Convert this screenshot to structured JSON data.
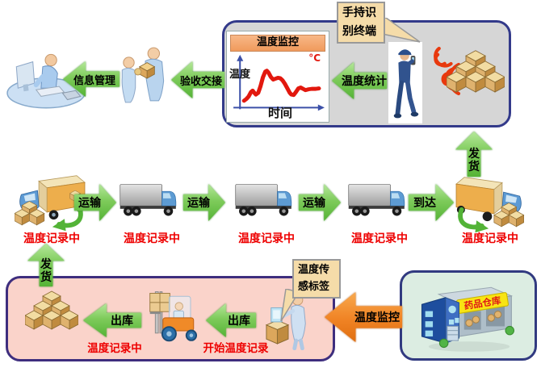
{
  "colors": {
    "green_arrow": "#55B336",
    "orange_arrow": "#F08324",
    "red_text": "#EE0000",
    "panel_gray": "#D6D6D6",
    "panel_pink": "#FAD3CA",
    "panel_mint": "#DCEDE2",
    "panel_border": "#333A8A",
    "callout_bg": "#F5DCA9",
    "chart_header": "#F09A5C",
    "curve_red": "#E2180E",
    "axis_blue": "#3C50A8",
    "banner_yellow": "#F8E414"
  },
  "top_left": {
    "info_label": "信息管理",
    "handover_label": "验收交接"
  },
  "monitor_panel": {
    "stats_label": "温度统计",
    "callout_lines": [
      "手持识",
      "别终端"
    ],
    "chart": {
      "type": "line",
      "title": "温度监控",
      "ylabel": "温度",
      "xlabel": "时间",
      "unit": "°C",
      "curve_points": [
        [
          18.9,
          61.3
        ],
        [
          21.8,
          59.0
        ],
        [
          24.6,
          55.7
        ],
        [
          27.5,
          50.1
        ],
        [
          29.4,
          48.4
        ],
        [
          31.4,
          51.2
        ],
        [
          33.3,
          53.4
        ],
        [
          36.2,
          51.2
        ],
        [
          39.0,
          42.8
        ],
        [
          41.9,
          31.6
        ],
        [
          44.8,
          24.3
        ],
        [
          46.7,
          23.2
        ],
        [
          48.6,
          25.4
        ],
        [
          51.5,
          31.0
        ],
        [
          54.4,
          34.4
        ],
        [
          57.3,
          33.3
        ],
        [
          60.2,
          32.2
        ],
        [
          63.0,
          32.7
        ],
        [
          65.9,
          35.5
        ],
        [
          68.8,
          40.0
        ],
        [
          71.7,
          45.6
        ],
        [
          74.6,
          51.2
        ],
        [
          76.5,
          53.4
        ],
        [
          79.4,
          54.0
        ],
        [
          82.2,
          50.1
        ],
        [
          85.1,
          45.6
        ],
        [
          88.0,
          44.5
        ],
        [
          90.9,
          46.2
        ],
        [
          93.8,
          47.8
        ],
        [
          97.6,
          46.7
        ],
        [
          101.4,
          46.2
        ],
        [
          106.2,
          46.2
        ],
        [
          110.1,
          45.6
        ]
      ]
    }
  },
  "mid_row": {
    "trucks": [
      {
        "label": "温度记录中"
      },
      {
        "label": "温度记录中"
      },
      {
        "label": "温度记录中"
      },
      {
        "label": "温度记录中"
      },
      {
        "label": "温度记录中"
      }
    ],
    "arrows": [
      {
        "label": "运输"
      },
      {
        "label": "运输"
      },
      {
        "label": "运输"
      },
      {
        "label": "到达"
      }
    ],
    "ship_left": [
      "发",
      "货"
    ],
    "ship_right": [
      "发",
      "货"
    ]
  },
  "bottom_panel": {
    "out_arrow1": "出库",
    "recording_label": "温度记录中",
    "out_arrow2": "出库",
    "start_label": "开始温度记录",
    "sensor_callout": [
      "温度传",
      "感标签"
    ],
    "monitor_arrow_label": "温度监控"
  },
  "warehouse_panel": {
    "banner": "药品仓库"
  }
}
